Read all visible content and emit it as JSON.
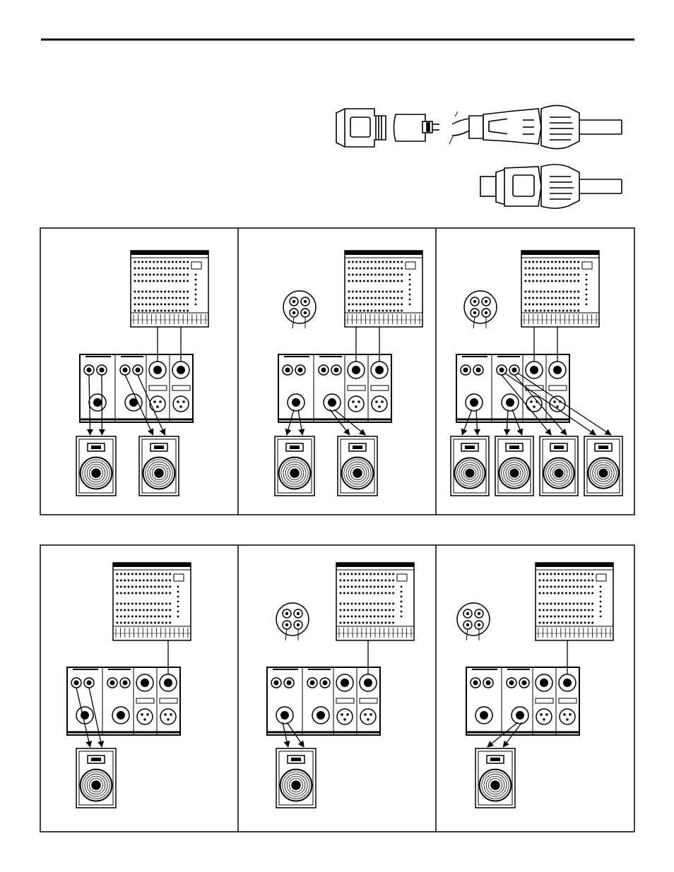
{
  "diagram": {
    "header_rule": true,
    "connectors": [
      {
        "id": "speakon-plug-exploded",
        "parts": [
          "housing",
          "insert",
          "cable-conductors",
          "cable-boot"
        ]
      },
      {
        "id": "speakon-plug-assembled"
      }
    ],
    "panel_rows": [
      {
        "id": "row-top",
        "panels": [
          {
            "id": "top-left",
            "mixer": true,
            "jack_inset": false,
            "mixer_cables": [
              "in-a",
              "in-b"
            ],
            "speaker_count": 2
          },
          {
            "id": "top-middle",
            "mixer": true,
            "jack_inset": true,
            "mixer_cables": [
              "in-a",
              "in-b"
            ],
            "speaker_count": 2
          },
          {
            "id": "top-right",
            "mixer": true,
            "jack_inset": true,
            "mixer_cables": [
              "in-a",
              "in-b"
            ],
            "speaker_count": 4
          }
        ]
      },
      {
        "id": "row-bottom",
        "panels": [
          {
            "id": "bottom-left",
            "mixer": true,
            "jack_inset": false,
            "mixer_cables": [
              "in-b"
            ],
            "speaker_count": 1
          },
          {
            "id": "bottom-middle",
            "mixer": true,
            "jack_inset": true,
            "mixer_cables": [
              "in-b"
            ],
            "speaker_count": 1
          },
          {
            "id": "bottom-right",
            "mixer": true,
            "jack_inset": true,
            "mixer_cables": [
              "in-b"
            ],
            "speaker_count": 1
          }
        ]
      }
    ]
  }
}
